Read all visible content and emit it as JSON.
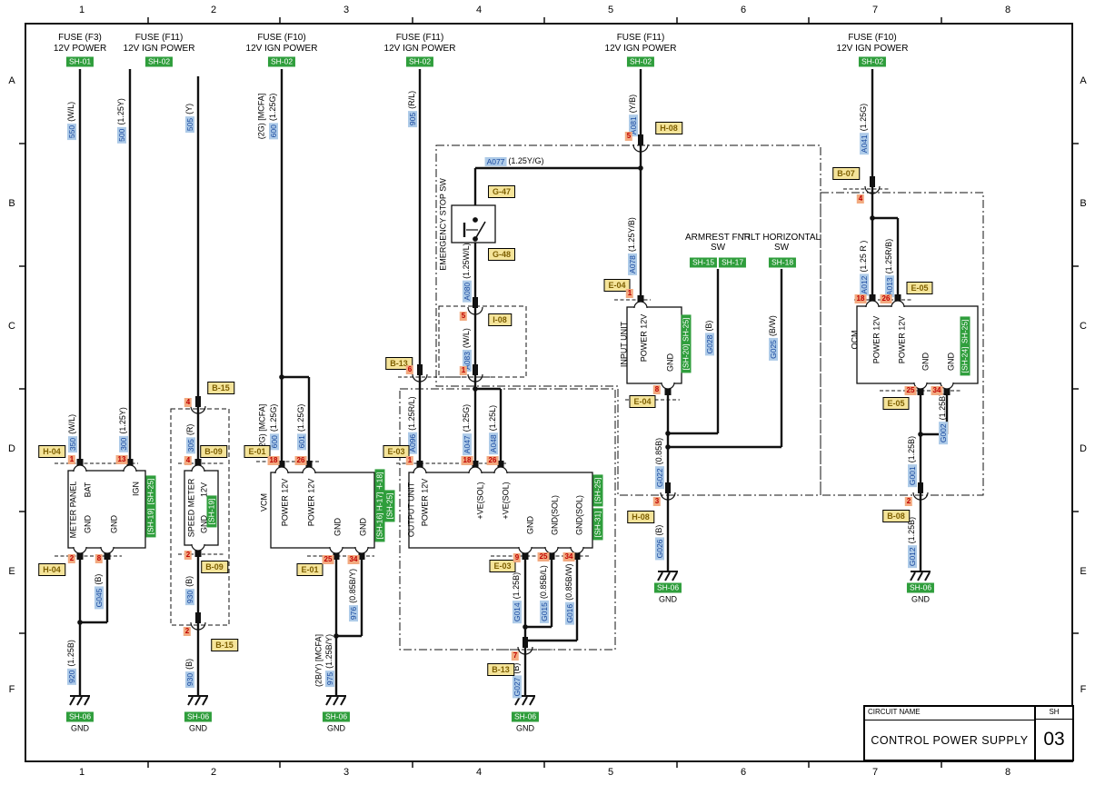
{
  "ruler": {
    "cols": [
      "1",
      "2",
      "3",
      "4",
      "5",
      "6",
      "7",
      "8"
    ],
    "rows": [
      "A",
      "B",
      "C",
      "D",
      "E",
      "F"
    ]
  },
  "fuses": [
    {
      "name": "FUSE (F3)",
      "rail": "12V POWER",
      "sh": "SH-01"
    },
    {
      "name": "FUSE (F11)",
      "rail": "12V IGN POWER",
      "sh": "SH-02"
    },
    {
      "name": "FUSE (F10)",
      "rail": "12V IGN POWER",
      "sh": "SH-02"
    },
    {
      "name": "FUSE (F11)",
      "rail": "12V IGN POWER",
      "sh": "SH-02"
    },
    {
      "name": "FUSE (F11)",
      "rail": "12V IGN POWER",
      "sh": "SH-02"
    },
    {
      "name": "FUSE (F10)",
      "rail": "12V IGN POWER",
      "sh": "SH-02"
    }
  ],
  "wires": {
    "w550": {
      "num": "550",
      "color": "(W/L)"
    },
    "w500": {
      "num": "500",
      "color": "(1.25Y)"
    },
    "w505": {
      "num": "505",
      "color": "(Y)"
    },
    "w600t": {
      "num": "600",
      "color": "(1.25G)",
      "extra": "(2G) [MCFA]"
    },
    "w905": {
      "num": "905",
      "color": "(R/L)"
    },
    "wA081": {
      "num": "A081",
      "color": "(Y/B)"
    },
    "wA041": {
      "num": "A041",
      "color": "(1.25G)"
    },
    "w350": {
      "num": "350",
      "color": "(W/L)"
    },
    "w300": {
      "num": "300",
      "color": "(1.25Y)"
    },
    "w305": {
      "num": "305",
      "color": "(R)"
    },
    "w600b": {
      "num": "600",
      "color": "(1.25G)",
      "extra": "(2G) [MCFA]"
    },
    "w601": {
      "num": "601",
      "color": "(1.25G)"
    },
    "wA096": {
      "num": "A096",
      "color": "(1.25R/L)"
    },
    "wA047": {
      "num": "A047",
      "color": "(1.25G)"
    },
    "wA048": {
      "num": "A048",
      "color": "(1.25L)"
    },
    "wA077": {
      "num": "A077",
      "color": "(1.25Y/G)"
    },
    "wA080": {
      "num": "A080",
      "color": "(1.25W/L)"
    },
    "wA083": {
      "num": "A083",
      "color": "(W/L)"
    },
    "wA078": {
      "num": "A078",
      "color": "(1.25Y/B)"
    },
    "wG028": {
      "num": "G028",
      "color": "(B)"
    },
    "wG025": {
      "num": "G025",
      "color": "(B/W)"
    },
    "wA012": {
      "num": "A012",
      "color": "(1.25 R )"
    },
    "wA013": {
      "num": "A013",
      "color": "(1.25R/B)"
    },
    "wG045": {
      "num": "G045",
      "color": "(B)"
    },
    "w920": {
      "num": "920",
      "color": "(1.25B)"
    },
    "w930a": {
      "num": "930",
      "color": "(B)"
    },
    "w930b": {
      "num": "930",
      "color": "(B)"
    },
    "w975": {
      "num": "975",
      "color": "(1.25B/Y)",
      "extra": "(2B/Y) [MCFA]"
    },
    "w976": {
      "num": "976",
      "color": "(0.85B/Y)"
    },
    "wG014": {
      "num": "G014",
      "color": "(1.25B)"
    },
    "wG015": {
      "num": "G015",
      "color": "(0.85B/L)"
    },
    "wG016": {
      "num": "G016",
      "color": "(0.85B/W)"
    },
    "wG027": {
      "num": "G027",
      "color": "(B)"
    },
    "wG022": {
      "num": "G022",
      "color": "(0.85B)"
    },
    "wG026": {
      "num": "G026",
      "color": "(B)"
    },
    "wG001": {
      "num": "G001",
      "color": "(1.25B)"
    },
    "wG002": {
      "num": "G002",
      "color": "(1.25B)"
    },
    "wG012": {
      "num": "G012",
      "color": "(1.25B)"
    }
  },
  "connectors": {
    "h04a": "H-04",
    "h04b": "H-04",
    "b09a": "B-09",
    "b09b": "B-09",
    "b15a": "B-15",
    "b15b": "B-15",
    "e01a": "E-01",
    "e01b": "E-01",
    "b13a": "B-13",
    "b13b": "B-13",
    "e03a": "E-03",
    "e03b": "E-03",
    "g47": "G-47",
    "g48": "G-48",
    "i08": "I-08",
    "h08a": "H-08",
    "h08b": "H-08",
    "e04a": "E-04",
    "e04b": "E-04",
    "b07": "B-07",
    "e05a": "E-05",
    "e05b": "E-05",
    "b08": "B-08"
  },
  "pins": {
    "mp_bat": "1",
    "mp_ign": "13",
    "mp_gnd1": "2",
    "mp_gnd2": "8",
    "sm_conn_top": "4",
    "sm_12v": "4",
    "sm_gnd": "2",
    "sm_conn_bot": "2",
    "vcm_p18": "18",
    "vcm_p26": "26",
    "vcm_p25": "25",
    "vcm_p34": "34",
    "ou_b13": "6",
    "ou_p1": "1",
    "ou_p18": "18",
    "ou_p26": "26",
    "ou_p9": "9",
    "ou_p25": "25",
    "ou_p34": "34",
    "ou_b13g": "7",
    "es_h08": "5",
    "es_i08": "5",
    "es_b13": "1",
    "iu_p1": "1",
    "iu_p8": "8",
    "iu_h08": "3",
    "ocm_b07": "4",
    "ocm_p18": "18",
    "ocm_p26": "26",
    "ocm_p25": "25",
    "ocm_p34": "34",
    "ocm_b08": "2"
  },
  "devices": {
    "meter_panel": {
      "name": "METER PANEL",
      "pin_bat": "BAT",
      "pin_ign": "IGN",
      "pin_gnd1": "GND",
      "pin_gnd2": "GND",
      "tags": [
        "[SH-25]",
        "[SH-19]"
      ]
    },
    "speed_meter": {
      "name": "SPEED METER",
      "pin_12v": "12V",
      "pin_gnd": "GND",
      "tags": [
        "[SH-19]"
      ]
    },
    "vcm": {
      "name": "VCM",
      "pin_p1": "POWER 12V",
      "pin_p2": "POWER 12V",
      "pin_g1": "GND",
      "pin_g2": "GND",
      "tags": [
        "[SH-18]",
        "[SH-17]",
        "[SH-16]",
        "[SH-25]"
      ]
    },
    "output_unit": {
      "name": "OUTPUT UNIT",
      "pin_p": "POWER 12V",
      "pin_v1": "+VE(SOL)",
      "pin_v2": "+VE(SOL)",
      "pin_g": "GND",
      "pin_gs1": "GND(SOL)",
      "pin_gs2": "GND(SOL)",
      "tags": [
        "[SH-25]",
        "[SH-31]"
      ]
    },
    "input_unit": {
      "name": "INPUT UNIT",
      "pin_p": "POWER 12V",
      "pin_g": "GND",
      "tags": [
        "[SH-25]",
        "[SH-20]"
      ]
    },
    "ocm": {
      "name": "OCM",
      "pin_p1": "POWER 12V",
      "pin_p2": "POWER 12V",
      "pin_g1": "GND",
      "pin_g2": "GND",
      "tags": [
        "[SH-25]",
        "[SH-24]"
      ]
    },
    "emergency_stop": {
      "name": "EMERGENCY STOP SW"
    },
    "armrest": {
      "line1": "ARMREST FNR",
      "line2": "SW",
      "tags": [
        "SH-15",
        "SH-17"
      ]
    },
    "tilt": {
      "line1": "TILT HORIZONTAL",
      "line2": "SW",
      "tags": [
        "SH-18"
      ]
    }
  },
  "grounds": [
    {
      "sh": "SH-06",
      "label": "GND"
    },
    {
      "sh": "SH-06",
      "label": "GND"
    },
    {
      "sh": "SH-06",
      "label": "GND"
    },
    {
      "sh": "SH-06",
      "label": "GND"
    },
    {
      "sh": "SH-06",
      "label": "GND"
    },
    {
      "sh": "SH-06",
      "label": "GND"
    }
  ],
  "title_block": {
    "circuit_name_label": "CIRCUIT NAME",
    "circuit_name": "CONTROL POWER SUPPLY",
    "sh_label": "SH",
    "sheet": "03"
  },
  "colors": {
    "wire": "#111111",
    "wire_label_bg": "#aecbe8",
    "wire_label_text": "#17479e",
    "sh_tag_bg": "#2f9e3c",
    "sh_tag_text": "#ffffff",
    "connector_bg": "#f5e49a",
    "connector_text": "#7d5f00",
    "pin_bg": "#f2aa80",
    "pin_text": "#c00000"
  }
}
